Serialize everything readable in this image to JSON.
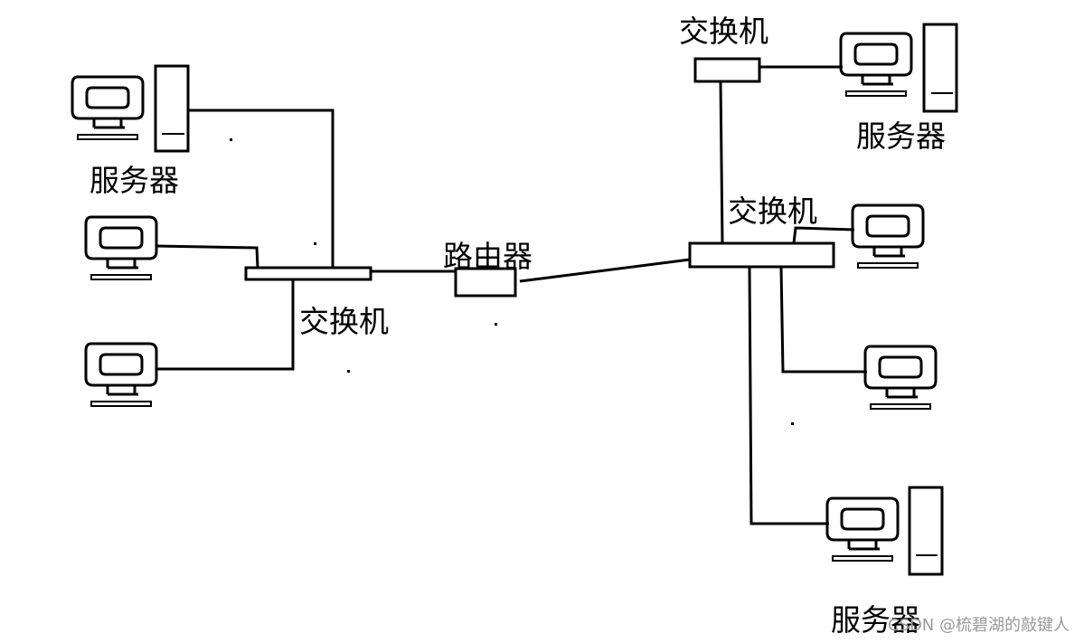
{
  "labels": {
    "server_top_left": "服务器",
    "switch_left": "交换机",
    "router": "路由器",
    "switch_top_right": "交换机",
    "server_top_right": "服务器",
    "switch_right": "交换机",
    "server_bottom_right": "服务器"
  },
  "watermark": "CSDN @梳碧湖的敲键人",
  "colors": {
    "line": "#000000",
    "background": "#ffffff",
    "watermark": "#9a9a9a"
  },
  "icons": {
    "computer": "computer-icon",
    "server_tower": "server-tower-icon"
  }
}
